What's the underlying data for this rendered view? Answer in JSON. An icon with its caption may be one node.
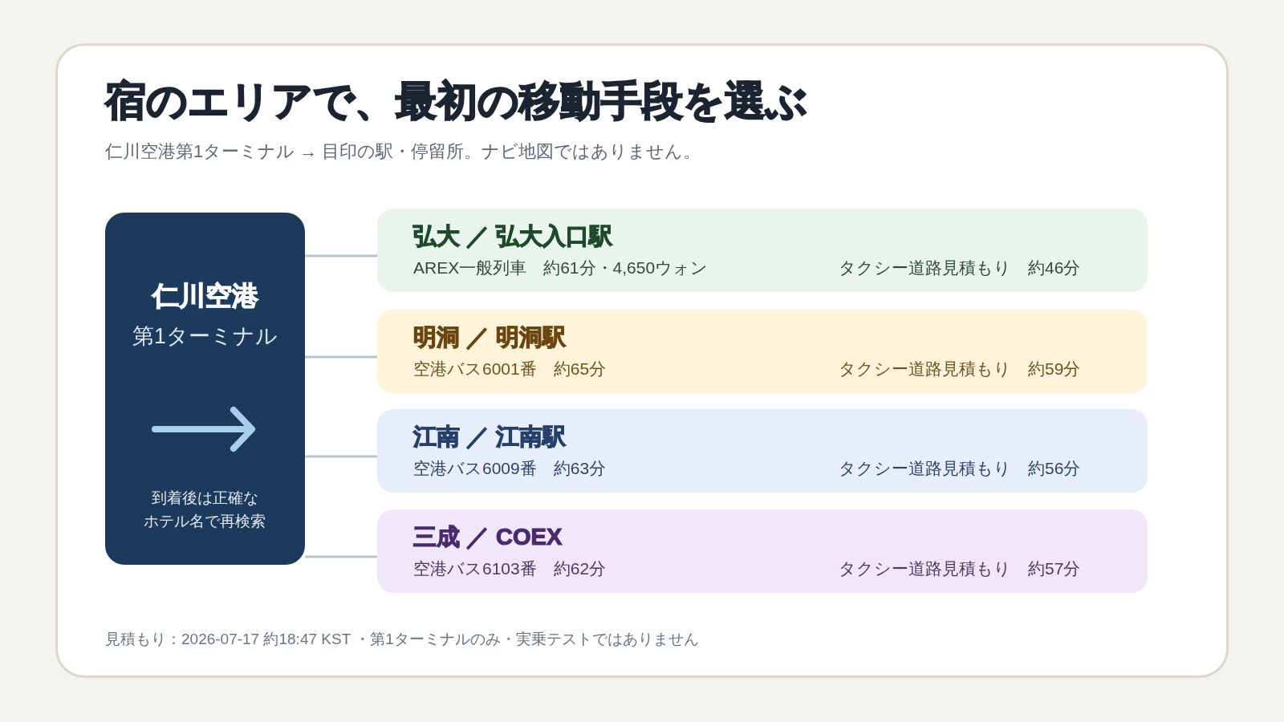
{
  "diagram": {
    "title": "宿のエリアで、最初の移動手段を選ぶ",
    "nodes": [
      {
        "text": [
          "仁川空港",
          "第1ターミナル",
          "到着後は正確なホテル名で再検索"
        ]
      },
      {
        "text": [
          "弘大 ／ 弘大入口駅",
          "AREX一般列車　約61分・4,650ウォン",
          "タクシー道路見積もり　約46分"
        ]
      },
      {
        "text": [
          "明洞 ／ 明洞駅",
          "空港バス6001番　約65分",
          "タクシー道路見積もり　約59分"
        ]
      },
      {
        "text": [
          "江南 ／ 江南駅",
          "空港バス6009番　約63分",
          "タクシー道路見積もり　約56分"
        ]
      },
      {
        "text": [
          "三成 ／ COEX",
          "空港バス6103番　約62分",
          "タクシー道路見積もり　約57分"
        ]
      }
    ],
    "edges": [
      {
        "from": 0,
        "to": 1,
        "arrow": "none"
      },
      {
        "from": 0,
        "to": 2,
        "arrow": "none"
      },
      {
        "from": 0,
        "to": 3,
        "arrow": "none"
      },
      {
        "from": 0,
        "to": 4,
        "arrow": "none"
      }
    ],
    "labels": [
      "仁川空港第1ターミナル → 目印の駅・停留所。ナビ地図ではありません。",
      "見積もり：2026-07-17 約18:47 KST ・第1ターミナルのみ・実乗テストではありません"
    ]
  }
}
